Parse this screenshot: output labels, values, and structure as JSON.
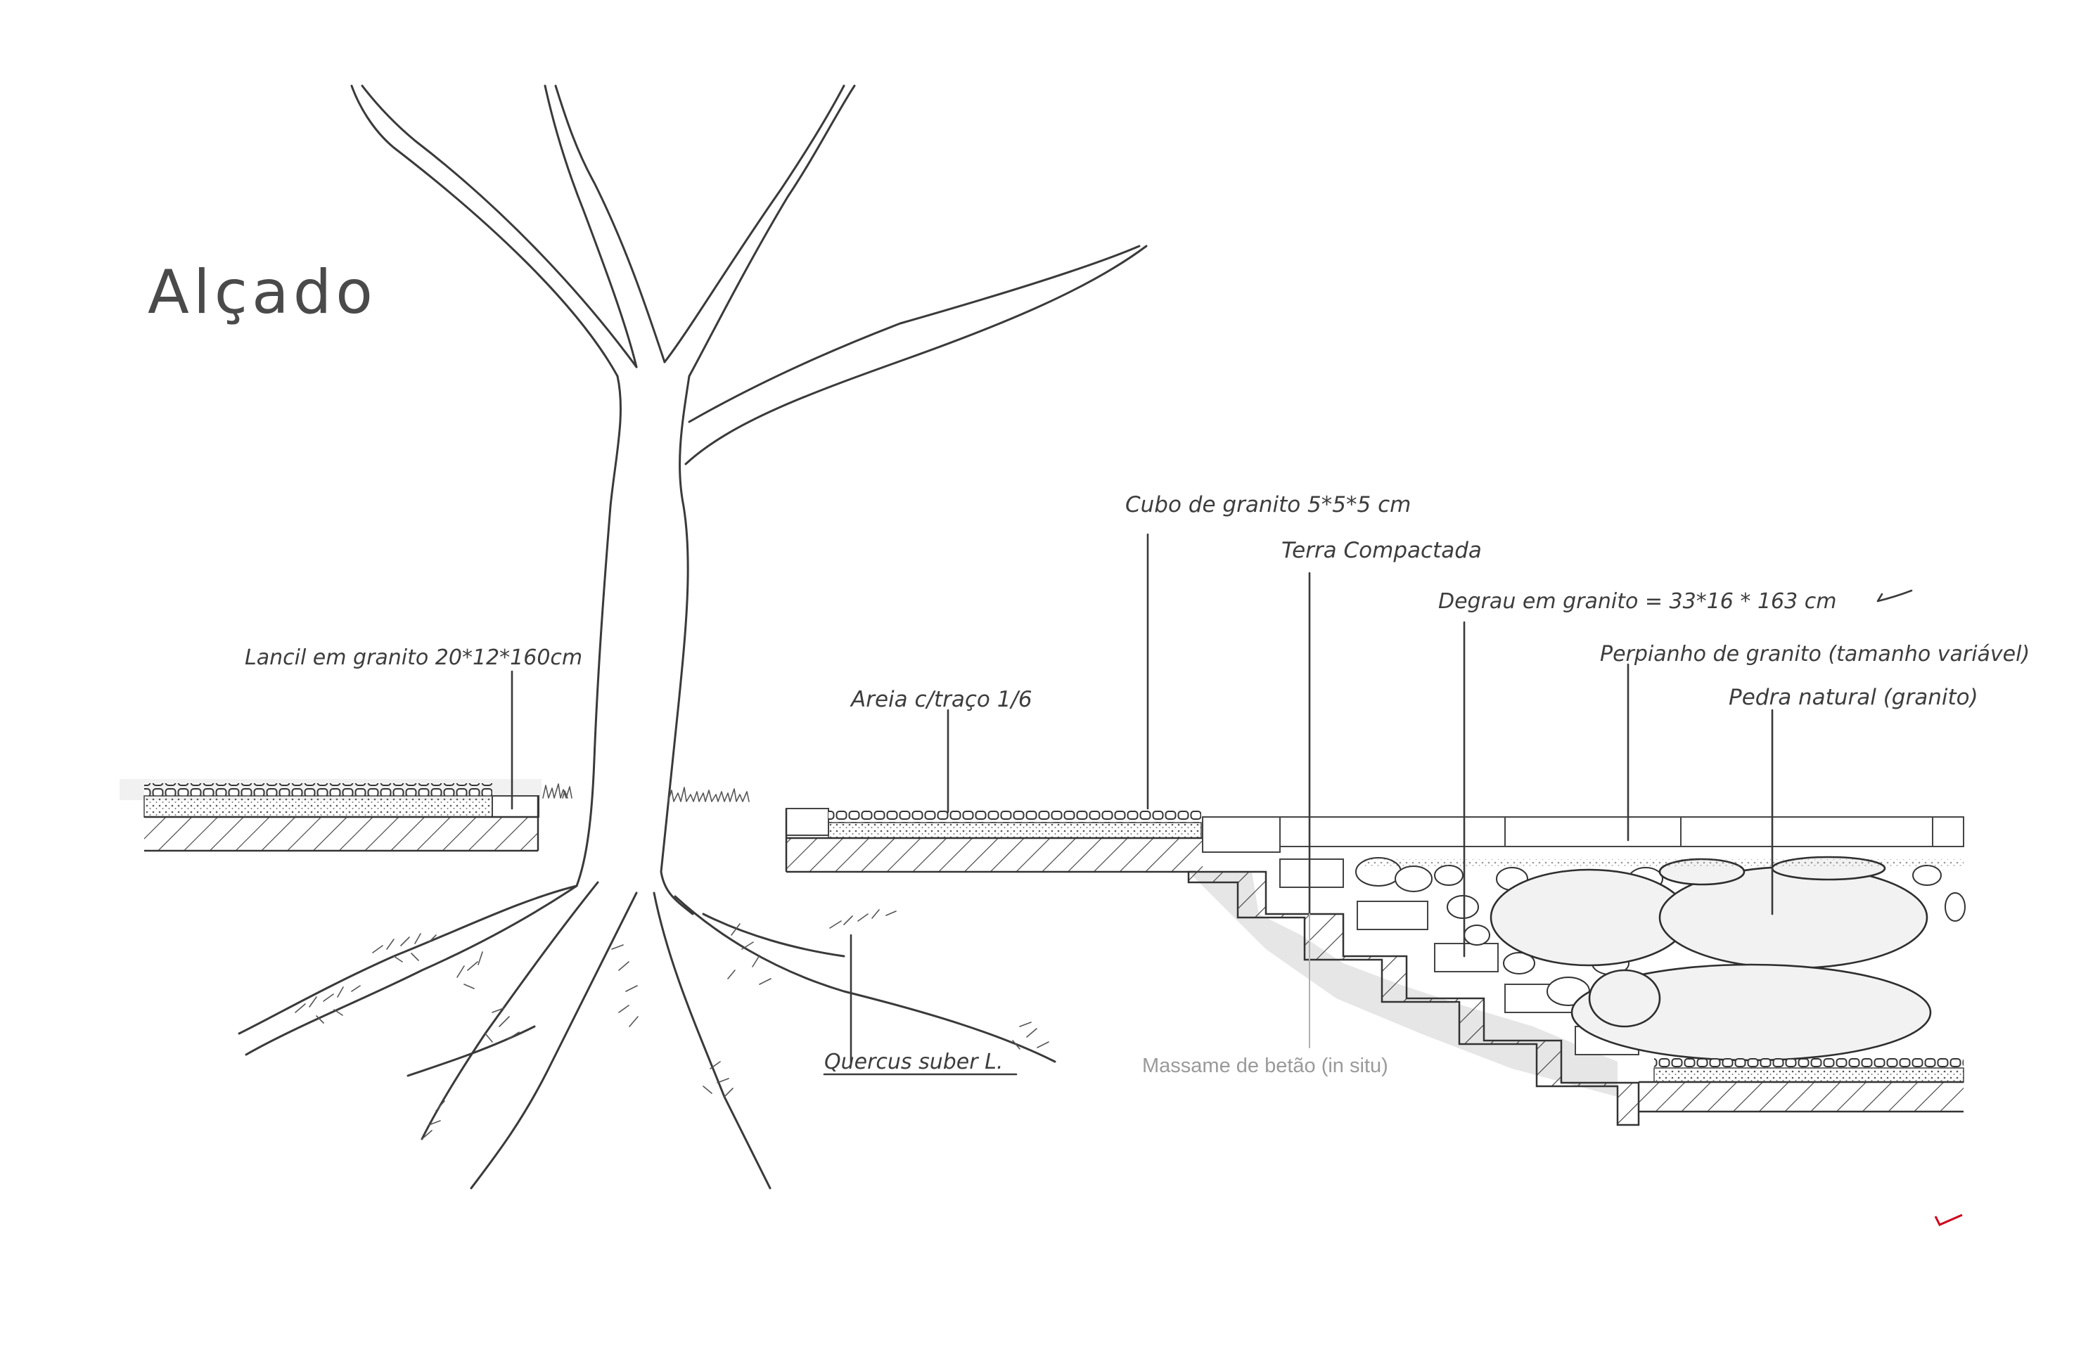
{
  "title": "Alçado",
  "labels": {
    "lancil": "Lancil em granito 20*12*160cm",
    "areia": "Areia c/traço 1/6",
    "cubo": "Cubo de granito 5*5*5 cm",
    "terra": "Terra Compactada",
    "degrau": "Degrau em granito = 33*16 * 163 cm",
    "perpianho": "Perpianho de granito (tamanho variável)",
    "pedra": "Pedra natural (granito)",
    "quercus": "Quercus suber L.",
    "massame": "Massame de betão (in situ)"
  },
  "colors": {
    "ink": "#3a3a3a",
    "typed_label": "#9a9a9a",
    "shadow": "#e6e6e6",
    "mark": "#d0021b"
  }
}
